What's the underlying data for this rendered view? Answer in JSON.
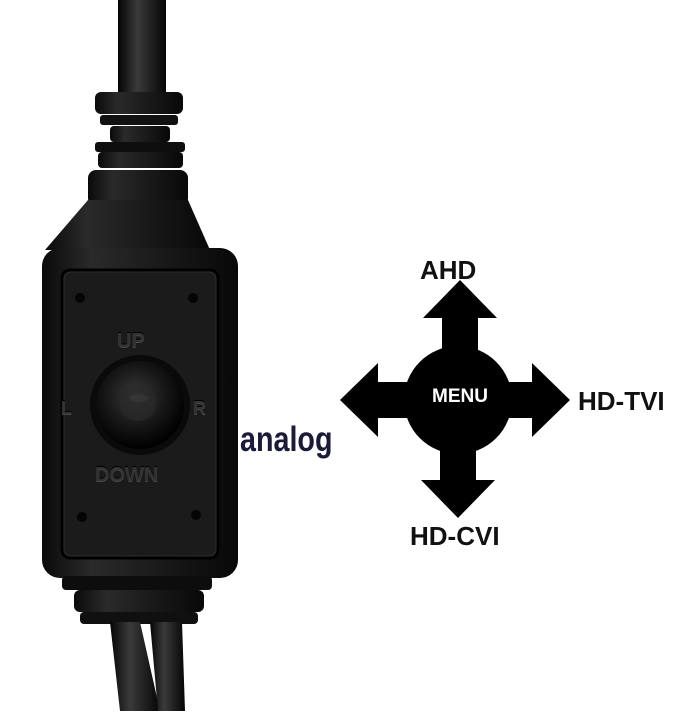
{
  "device": {
    "up_label": "UP",
    "down_label": "DOWN",
    "left_label": "L",
    "right_label": "R"
  },
  "joystick": {
    "center_label": "MENU",
    "up_mode": "AHD",
    "right_mode": "HD-TVI",
    "down_mode": "HD-CVI",
    "left_mode": "analog"
  }
}
